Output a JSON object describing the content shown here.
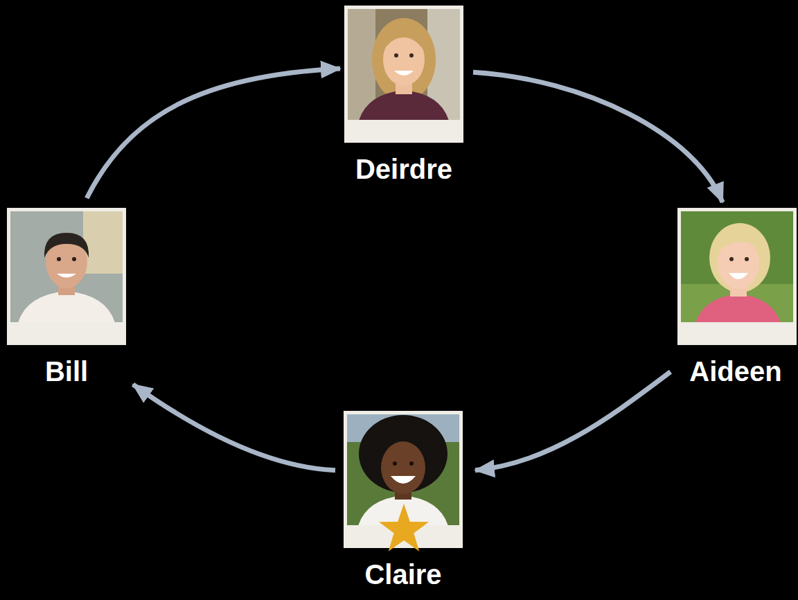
{
  "diagram": {
    "nodes": [
      {
        "text": [
          "Deirdre"
        ]
      },
      {
        "text": [
          "Bill"
        ]
      },
      {
        "text": [
          "Aideen"
        ]
      },
      {
        "text": [
          "Claire"
        ]
      }
    ],
    "edges": [
      {
        "from": 1,
        "to": 0,
        "arrow": "to"
      },
      {
        "from": 0,
        "to": 2,
        "arrow": "to"
      },
      {
        "from": 2,
        "to": 3,
        "arrow": "to"
      },
      {
        "from": 3,
        "to": 1,
        "arrow": "to"
      }
    ]
  }
}
